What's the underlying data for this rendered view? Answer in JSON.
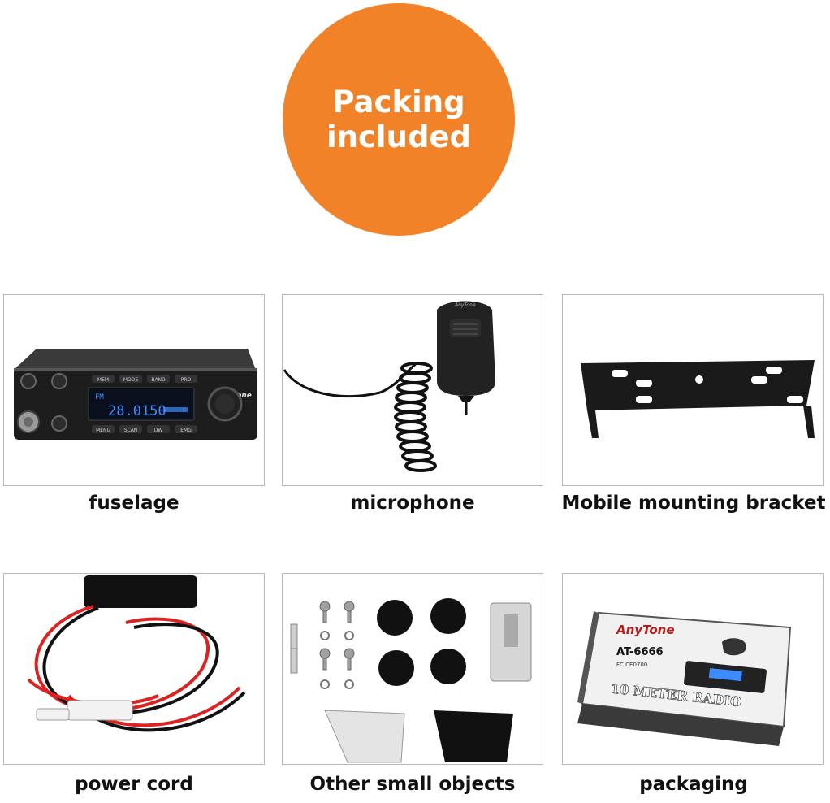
{
  "badge": {
    "line1": "Packing",
    "line2": "included"
  },
  "items": [
    {
      "caption": "fuselage"
    },
    {
      "caption": "microphone"
    },
    {
      "caption": "Mobile mounting bracket"
    },
    {
      "caption": "power cord"
    },
    {
      "caption": "Other small objects"
    },
    {
      "caption": "packaging"
    }
  ],
  "radio": {
    "brand": "AnyTone",
    "buttons_top": [
      "MEM",
      "MODE",
      "BAND",
      "PRO"
    ],
    "buttons_bottom": [
      "MENU",
      "SCAN",
      "DW",
      "EMG"
    ],
    "display_freq": "28.0150",
    "display_mode": "FM"
  },
  "box": {
    "brand": "AnyTone",
    "model": "AT-6666",
    "marks": "FC CE0700",
    "banner": "10 METER RADIO"
  },
  "colors": {
    "badge": "#f28228",
    "display": "#3d8cff"
  }
}
